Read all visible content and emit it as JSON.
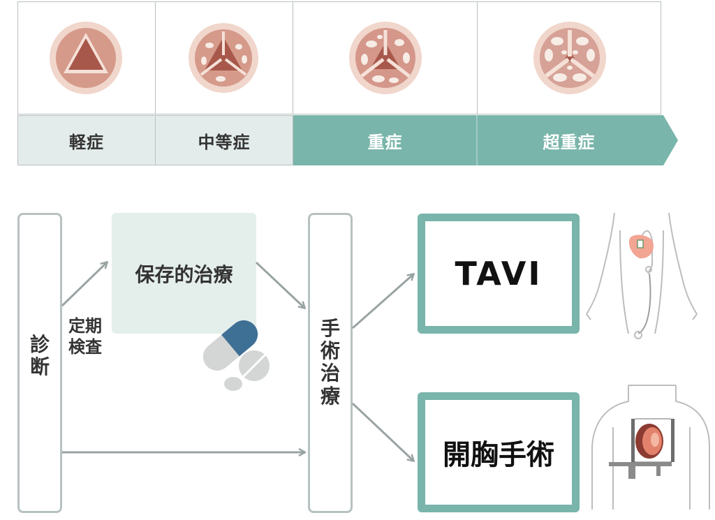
{
  "severity": {
    "stages": [
      "軽症",
      "中等症",
      "重症",
      "超重症"
    ]
  },
  "flow": {
    "diagnosis": "診断",
    "checkup_line1": "定期",
    "checkup_line2": "検査",
    "conservative": "保存的治療",
    "surgical": "手術治療",
    "tavi": "TAVI",
    "open_heart": "開胸手術"
  },
  "colors": {
    "teal": "#79b5aa",
    "light": "#e3ecea",
    "border": "#b8c1c1",
    "arrow": "#9aa3a3"
  },
  "icons": [
    "aortic-valve-icon",
    "pill-icon",
    "tavi-body-icon",
    "open-chest-icon"
  ]
}
